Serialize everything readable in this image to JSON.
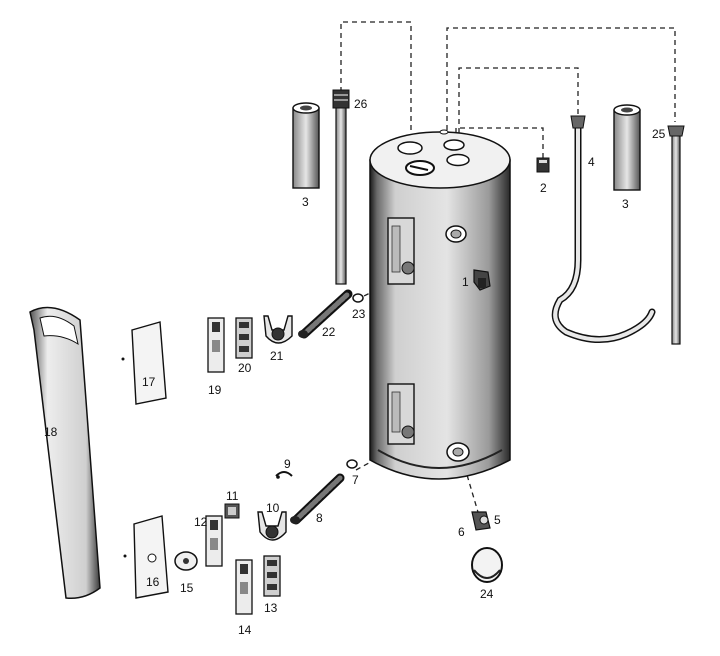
{
  "diagram": {
    "part_labels": [
      "1",
      "2",
      "3",
      "3",
      "4",
      "5",
      "6",
      "7",
      "8",
      "9",
      "10",
      "11",
      "12",
      "13",
      "14",
      "15",
      "16",
      "17",
      "18",
      "19",
      "20",
      "21",
      "22",
      "23",
      "24",
      "25",
      "26"
    ]
  }
}
